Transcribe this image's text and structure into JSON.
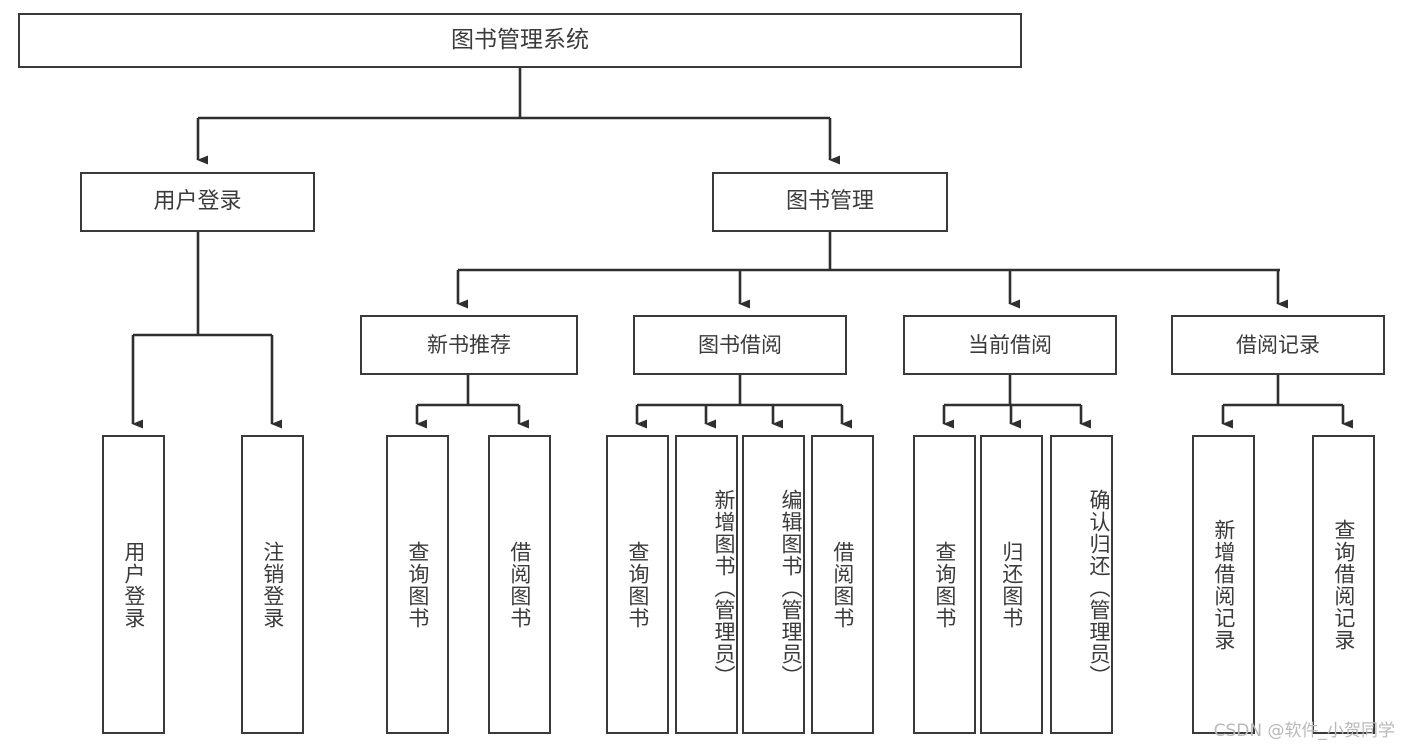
{
  "diagram": {
    "title": "图书管理系统",
    "type": "tree-hierarchy-chart",
    "watermark": "CSDN @软件_小贺同学",
    "colors": {
      "border": "#3a3a3a",
      "text": "#3b3b3b",
      "background": "#ffffff",
      "watermark": "#b9b9b9"
    }
  },
  "nodes": {
    "root": {
      "label": "图书管理系统"
    },
    "level1": [
      {
        "label": "用户登录"
      },
      {
        "label": "图书管理"
      }
    ],
    "level2": [
      {
        "label": "新书推荐"
      },
      {
        "label": "图书借阅"
      },
      {
        "label": "当前借阅"
      },
      {
        "label": "借阅记录"
      }
    ],
    "leaves": {
      "user_login": [
        {
          "label": "用户登录"
        },
        {
          "label": "注销登录"
        }
      ],
      "new_book_recommend": [
        {
          "label": "查询图书"
        },
        {
          "label": "借阅图书"
        }
      ],
      "book_borrow": [
        {
          "label": "查询图书"
        },
        {
          "label": "新增图书（管理员）"
        },
        {
          "label": "编辑图书（管理员）"
        },
        {
          "label": "借阅图书"
        }
      ],
      "current_borrow": [
        {
          "label": "查询图书"
        },
        {
          "label": "归还图书"
        },
        {
          "label": "确认归还（管理员）"
        }
      ],
      "borrow_record": [
        {
          "label": "新增借阅记录"
        },
        {
          "label": "查询借阅记录"
        }
      ]
    }
  }
}
